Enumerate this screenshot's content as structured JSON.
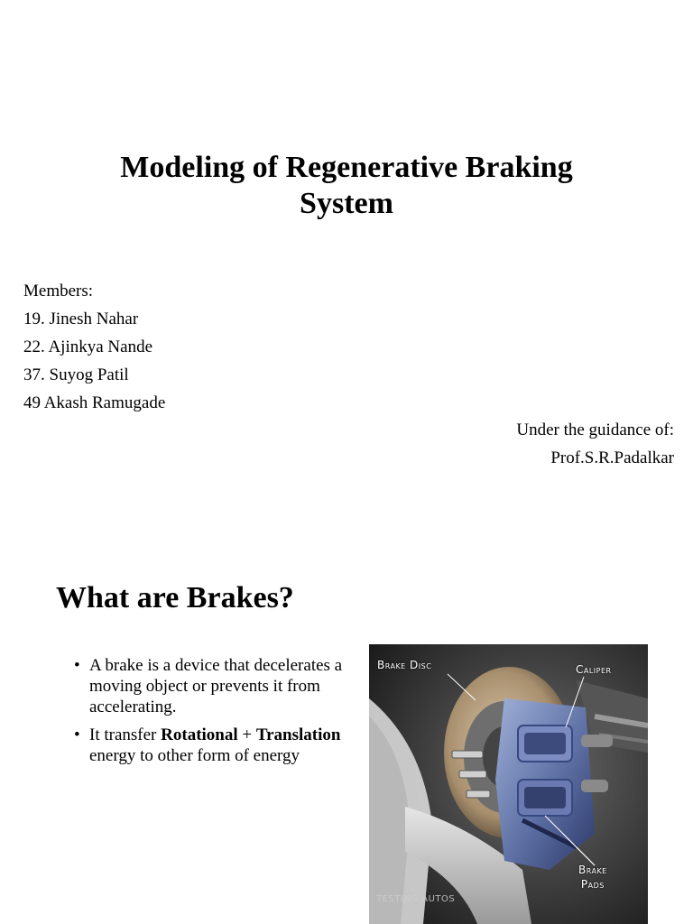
{
  "slide1": {
    "title_line1": "Modeling of Regenerative Braking",
    "title_line2": "System",
    "members_label": "Members:",
    "members": [
      "19. Jinesh Nahar",
      "22. Ajinkya Nande",
      "37. Suyog Patil",
      "49 Akash Ramugade"
    ],
    "guidance_label": "Under the guidance of:",
    "guide": "Prof.S.R.Padalkar"
  },
  "slide2": {
    "heading": "What are Brakes?",
    "bullet_char": "•",
    "bullet1": "A brake is a device that decelerates a moving object or prevents it from accelerating.",
    "bullet2_a": "It transfer ",
    "bullet2_b": "Rotational",
    "bullet2_c": " + ",
    "bullet2_d": "Translation",
    "bullet2_e": " energy to other form of energy",
    "image": {
      "label_disc": "Brake Disc",
      "label_caliper": "Caliper",
      "label_pads_1": "Brake",
      "label_pads_2": "Pads",
      "watermark": "TESTING AUTOS"
    }
  }
}
